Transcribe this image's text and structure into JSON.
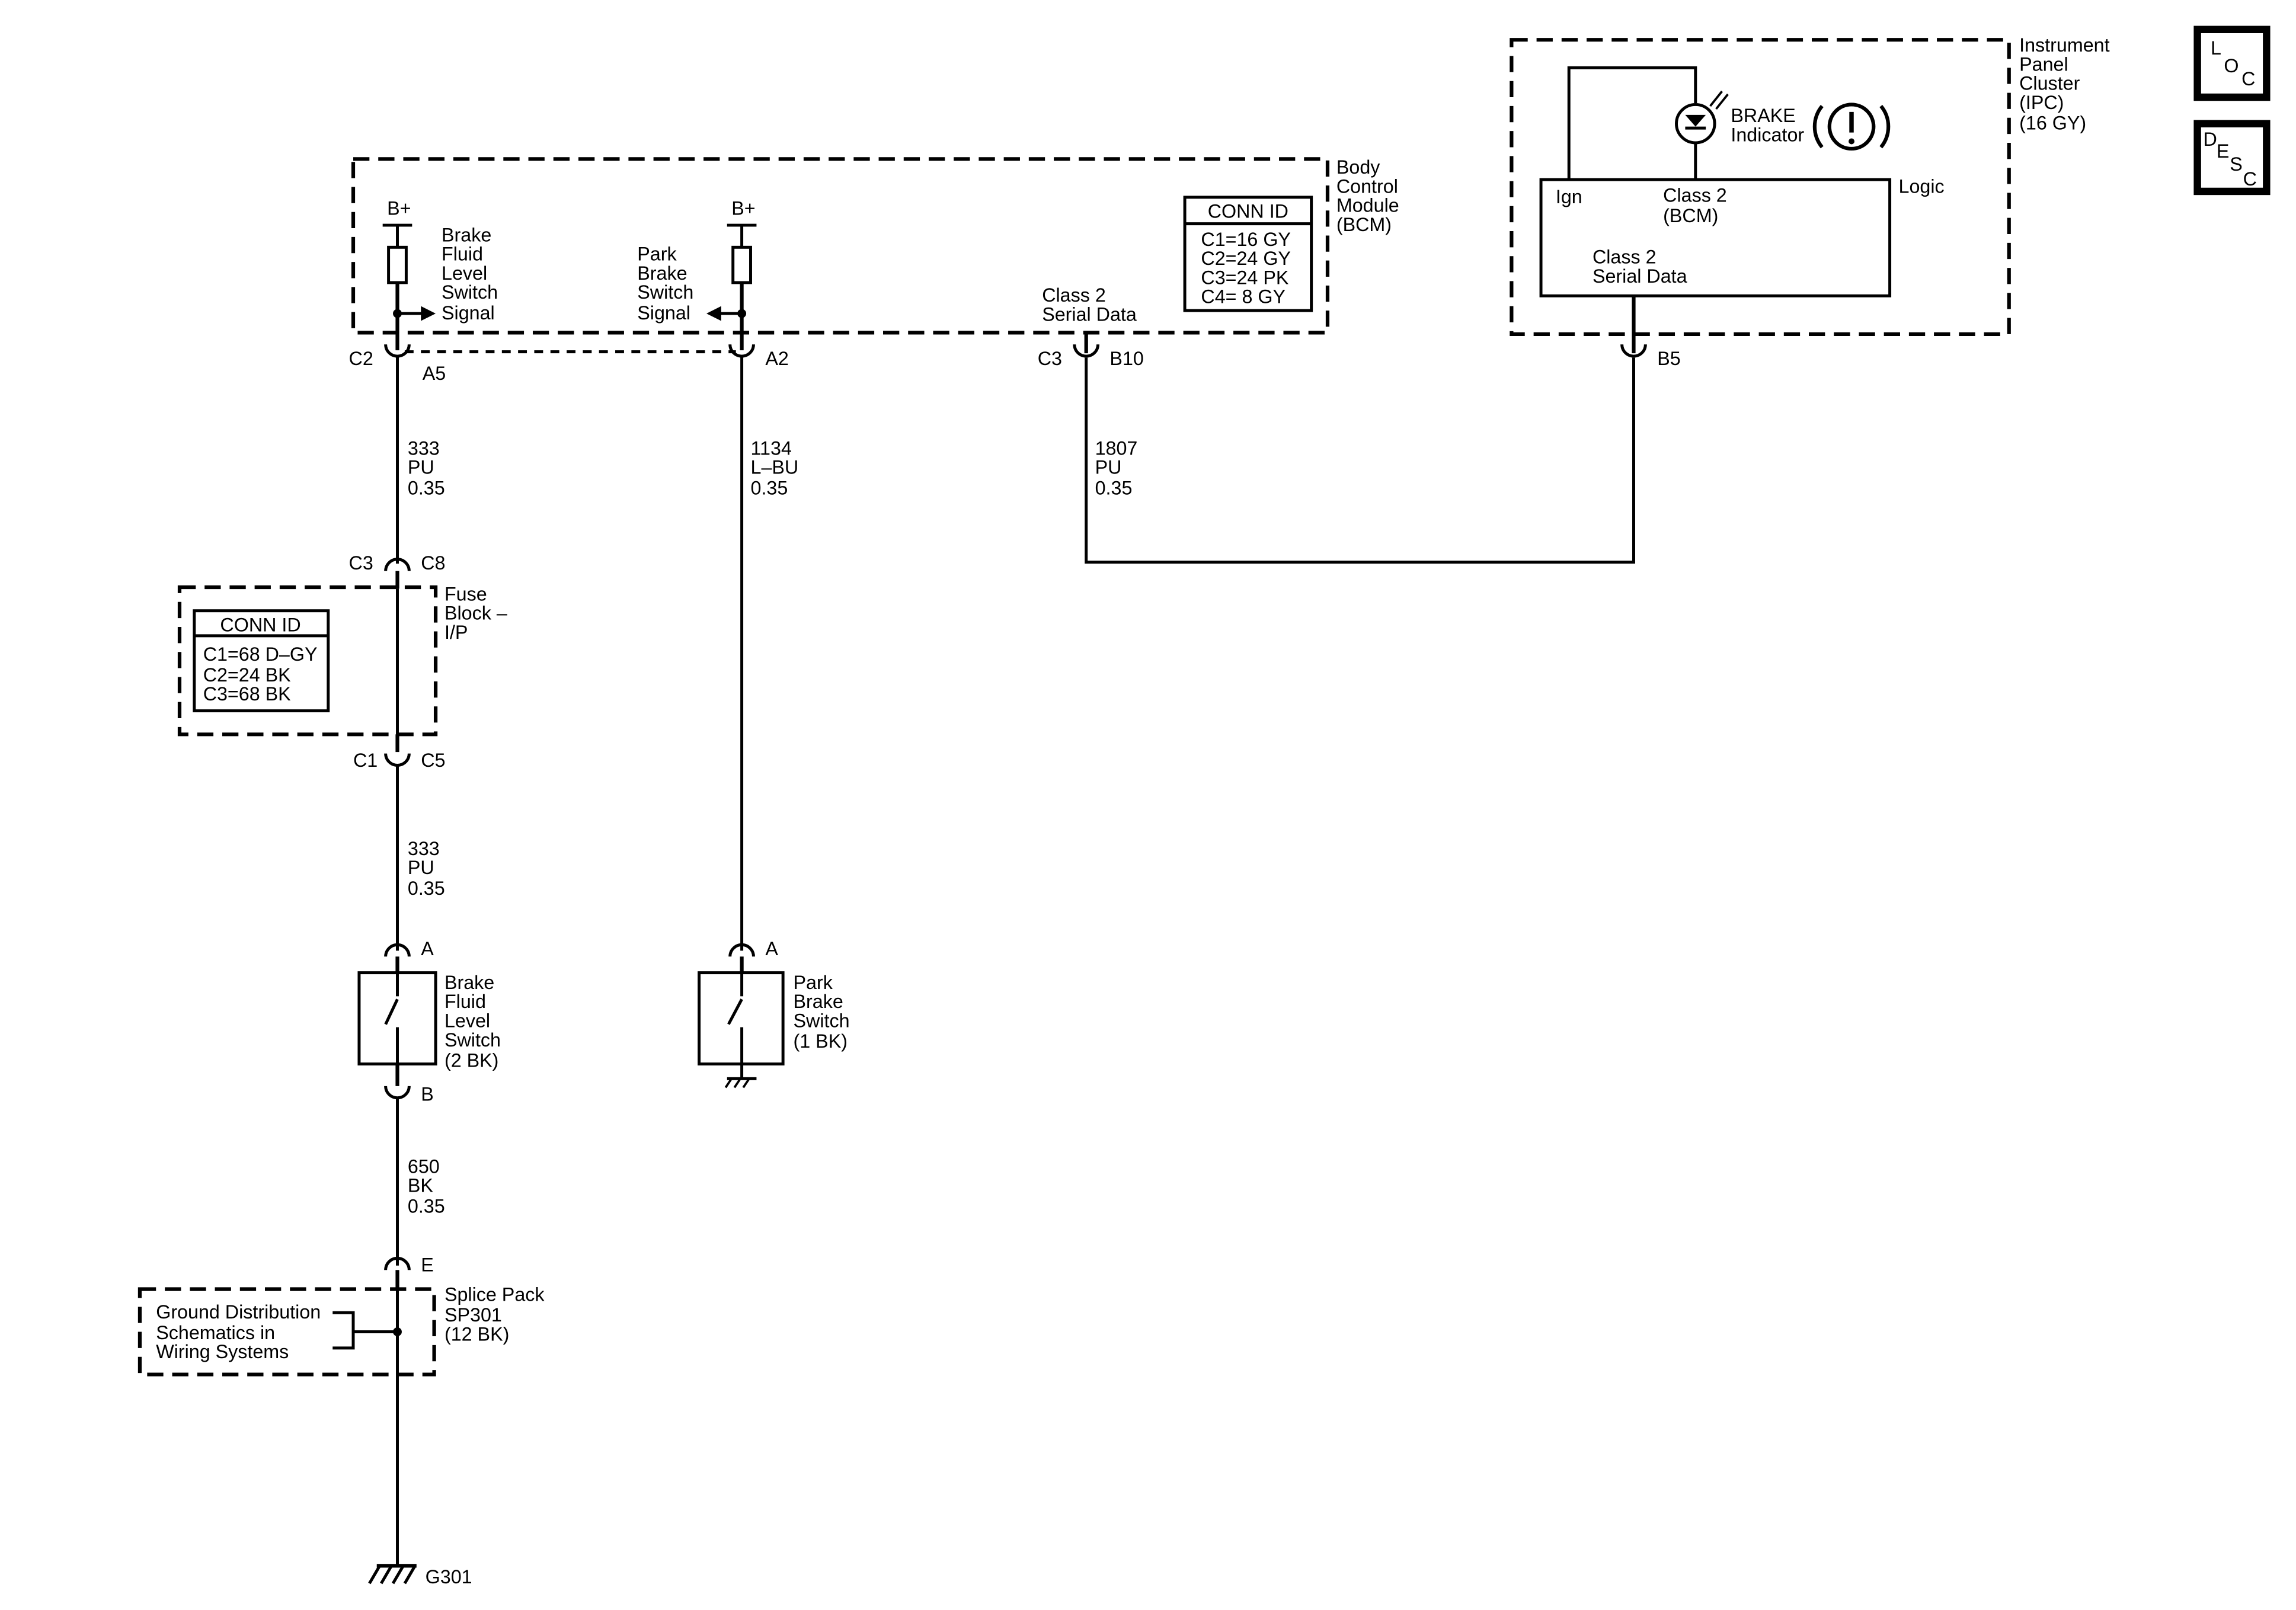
{
  "bcm": {
    "name": [
      "Body",
      "Control",
      "Module",
      "(BCM)"
    ],
    "conn_id": {
      "title": "CONN ID",
      "rows": [
        "C1=16 GY",
        "C2=24 GY",
        "C3=24 PK",
        "C4=  8 GY"
      ]
    },
    "bplus_left": "B+",
    "bplus_mid": "B+",
    "brake_fluid_signal": [
      "Brake",
      "Fluid",
      "Level",
      "Switch",
      "Signal"
    ],
    "park_brake_signal": [
      "Park",
      "Brake",
      "Switch",
      "Signal"
    ],
    "class2_label": [
      "Class 2",
      "Serial Data"
    ]
  },
  "ipc": {
    "name": [
      "Instrument",
      "Panel",
      "Cluster",
      "(IPC)",
      "(16 GY)"
    ],
    "brake_indicator": [
      "BRAKE",
      "Indicator"
    ],
    "ign": "Ign",
    "class2_bcm": [
      "Class 2",
      "(BCM)"
    ],
    "logic": "Logic",
    "class2_serial": [
      "Class 2",
      "Serial Data"
    ],
    "pin_b5": "B5"
  },
  "loc_icon": [
    "L",
    "O",
    "C"
  ],
  "desc_icon": [
    "D",
    "E",
    "S",
    "C"
  ],
  "connectors": {
    "c2": "C2",
    "a5": "A5",
    "a2": "A2",
    "c3_bcm": "C3",
    "b10": "B10",
    "c3_fuse": "C3",
    "c8": "C8",
    "c1_fuse": "C1",
    "c5": "C5",
    "a_bf": "A",
    "b_bf": "B",
    "a_pb": "A",
    "e": "E"
  },
  "wires": {
    "w333_upper": [
      "333",
      "PU",
      "0.35"
    ],
    "w1134": [
      "1134",
      "L–BU",
      "0.35"
    ],
    "w1807": [
      "1807",
      "PU",
      "0.35"
    ],
    "w333_lower": [
      "333",
      "PU",
      "0.35"
    ],
    "w650": [
      "650",
      "BK",
      "0.35"
    ]
  },
  "fuse_block": {
    "name": [
      "Fuse",
      "Block –",
      "I/P"
    ],
    "conn_id": {
      "title": "CONN ID",
      "rows": [
        "C1=68 D–GY",
        "C2=24 BK",
        "C3=68 BK"
      ]
    }
  },
  "brake_fluid_switch": [
    "Brake",
    "Fluid",
    "Level",
    "Switch",
    "(2 BK)"
  ],
  "park_brake_switch": [
    "Park",
    "Brake",
    "Switch",
    "(1 BK)"
  ],
  "splice_pack": [
    "Splice Pack",
    "SP301",
    "(12 BK)"
  ],
  "ground_distribution": [
    "Ground Distribution",
    "Schematics in",
    "Wiring Systems"
  ],
  "ground_g301": "G301"
}
